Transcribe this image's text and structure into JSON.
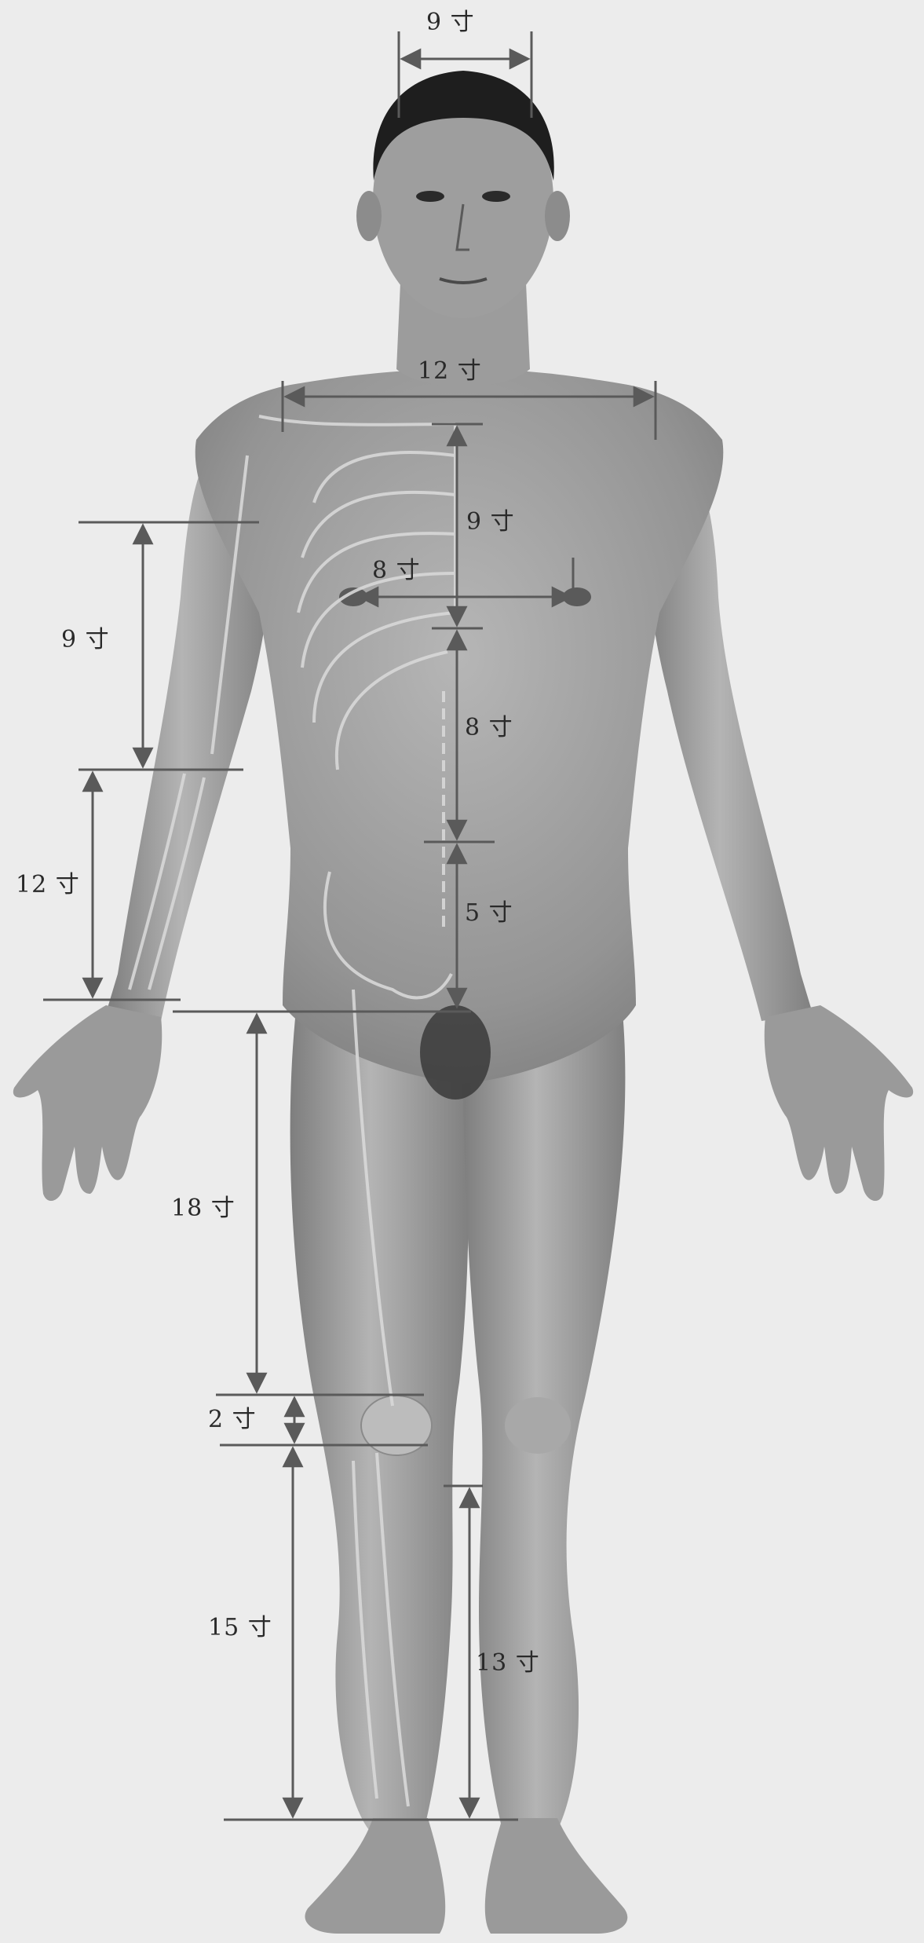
{
  "colors": {
    "background": "#ececec",
    "skin": "#8f8f8f",
    "skin_light": "#b8b8b8",
    "hair": "#1e1e1e",
    "bone": "#d6d6d6",
    "bone_stroke": "#a0a0a0",
    "measure_line": "#5a5a5a",
    "label_text": "#2a2a2a"
  },
  "measurements": [
    {
      "id": "head-width",
      "label": "9 寸"
    },
    {
      "id": "shoulder-width",
      "label": "12 寸"
    },
    {
      "id": "chest-height",
      "label": "9 寸"
    },
    {
      "id": "nipple-width",
      "label": "8 寸"
    },
    {
      "id": "upper-arm",
      "label": "9 寸"
    },
    {
      "id": "upper-abdomen",
      "label": "8 寸"
    },
    {
      "id": "forearm",
      "label": "12 寸"
    },
    {
      "id": "lower-abdomen",
      "label": "5 寸"
    },
    {
      "id": "thigh",
      "label": "18 寸"
    },
    {
      "id": "knee",
      "label": "2 寸"
    },
    {
      "id": "lower-leg-inner",
      "label": "15 寸"
    },
    {
      "id": "lower-leg-outer",
      "label": "13 寸"
    }
  ]
}
